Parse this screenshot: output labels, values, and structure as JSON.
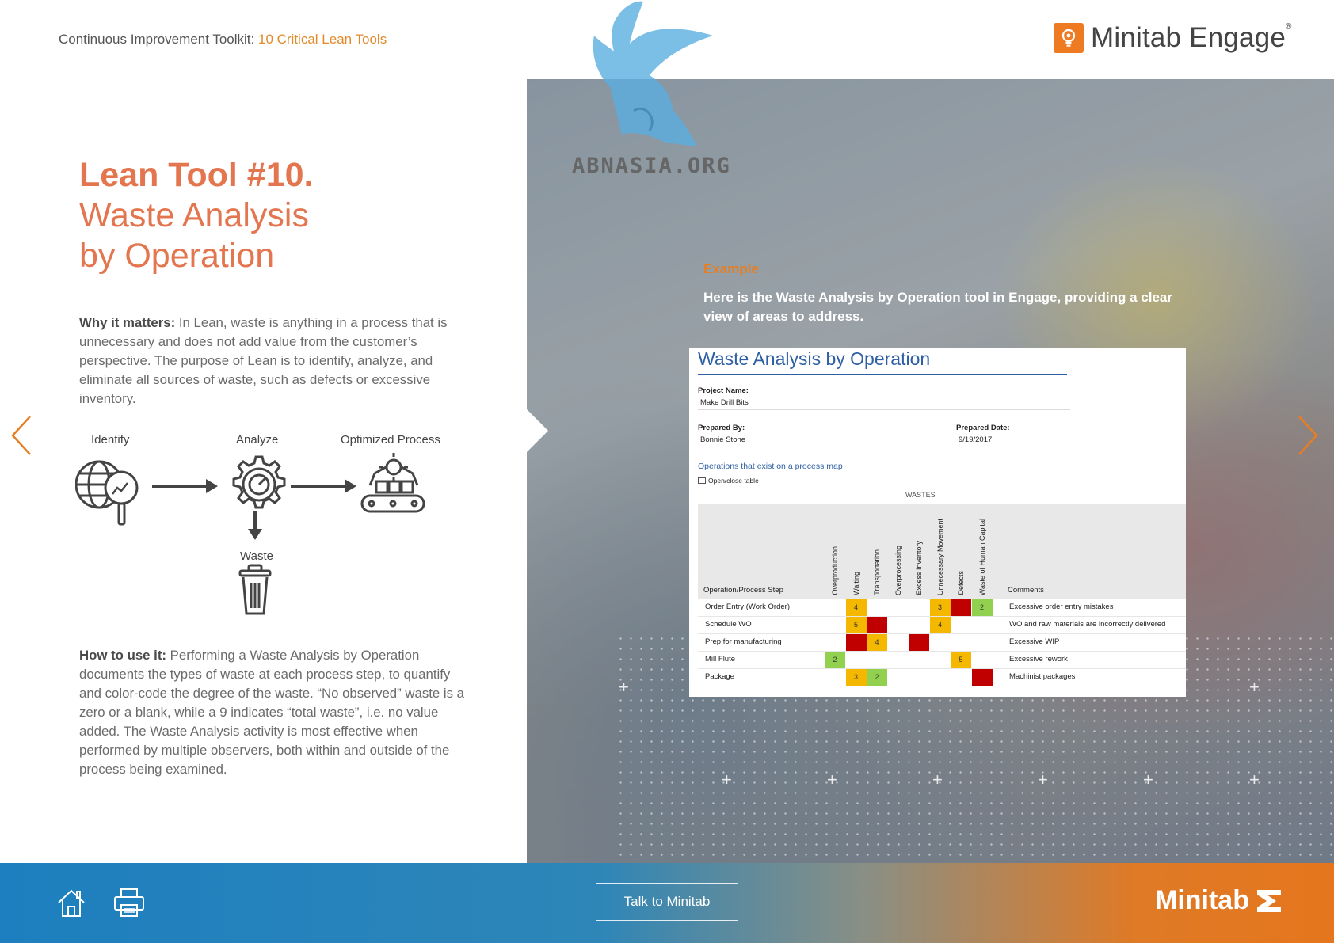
{
  "header": {
    "crumb_prefix": "Continuous Improvement Toolkit: ",
    "crumb_accent": "10 Critical Lean Tools",
    "logo_text": "Minitab Engage",
    "logo_mark": "®"
  },
  "left": {
    "title_line1": "Lean Tool #10.",
    "title_line2": "Waste Analysis",
    "title_line3": "by Operation",
    "why_label": "Why it matters:",
    "why_text": " In Lean, waste is anything in a process that is unnecessary and does not add value from the customer’s perspective. The purpose of Lean is to identify, analyze, and eliminate all sources of waste, such as defects or excessive inventory.",
    "flow": {
      "identify": "Identify",
      "analyze": "Analyze",
      "optimized": "Optimized Process",
      "waste": "Waste"
    },
    "how_label": "How to use it:",
    "how_text": " Performing a Waste Analysis by Operation documents the types of waste at each process step, to quantify and color-code the degree of the waste. “No observed” waste is a zero or a blank, while a 9 indicates “total waste”, i.e. no value added. The Waste Analysis activity is most effective when performed by multiple observers, both within and outside of the process being examined."
  },
  "watermark": "ABNASIA.ORG",
  "example": {
    "label": "Example",
    "text": "Here is the Waste Analysis by Operation tool in Engage, providing a clear view of areas to address."
  },
  "sheet": {
    "title": "Waste Analysis by Operation",
    "project_name_label": "Project Name:",
    "project_name": "Make Drill Bits",
    "prepared_by_label": "Prepared By:",
    "prepared_by": "Bonnie Stone",
    "prepared_date_label": "Prepared Date:",
    "prepared_date": "9/19/2017",
    "ops_link": "Operations that exist on a process map",
    "toggle": "Open/close table",
    "wastes_header": "WASTES",
    "op_header": "Operation/Process Step",
    "comments_header": "Comments",
    "columns": [
      "Overproduction",
      "Waiting",
      "Transportation",
      "Overprocessing",
      "Excess Inventory",
      "Unnecessary Movement",
      "Defects",
      "Waste of Human Capital"
    ],
    "rows": [
      {
        "op": "Order Entry (Work Order)",
        "comment": "Excessive order entry mistakes"
      },
      {
        "op": "Schedule WO",
        "comment": "WO and raw materials are incorrectly delivered"
      },
      {
        "op": "Prep for manufacturing",
        "comment": "Excessive WIP"
      },
      {
        "op": "Mill Flute",
        "comment": "Excessive rework"
      },
      {
        "op": "Package",
        "comment": "Machinist packages"
      }
    ],
    "cells": [
      {
        "r": 0,
        "c": 1,
        "v": "4",
        "color": "#f5b800"
      },
      {
        "r": 0,
        "c": 5,
        "v": "3",
        "color": "#f5b800"
      },
      {
        "r": 0,
        "c": 6,
        "v": "",
        "color": "#c00000"
      },
      {
        "r": 0,
        "c": 7,
        "v": "2",
        "color": "#92d050"
      },
      {
        "r": 1,
        "c": 1,
        "v": "5",
        "color": "#f5b800"
      },
      {
        "r": 1,
        "c": 2,
        "v": "",
        "color": "#c00000"
      },
      {
        "r": 1,
        "c": 5,
        "v": "4",
        "color": "#f5b800"
      },
      {
        "r": 2,
        "c": 1,
        "v": "",
        "color": "#c00000"
      },
      {
        "r": 2,
        "c": 2,
        "v": "4",
        "color": "#f5b800"
      },
      {
        "r": 2,
        "c": 4,
        "v": "",
        "color": "#c00000"
      },
      {
        "r": 3,
        "c": 0,
        "v": "2",
        "color": "#92d050"
      },
      {
        "r": 3,
        "c": 6,
        "v": "5",
        "color": "#f5b800"
      },
      {
        "r": 4,
        "c": 1,
        "v": "3",
        "color": "#f5b800"
      },
      {
        "r": 4,
        "c": 2,
        "v": "2",
        "color": "#92d050"
      },
      {
        "r": 4,
        "c": 7,
        "v": "",
        "color": "#c00000"
      }
    ]
  },
  "footer": {
    "talk_button": "Talk to Minitab",
    "logo_text": "Minitab"
  },
  "colors": {
    "accent_orange": "#e3754f",
    "brand_orange": "#ee7a22",
    "brand_blue": "#1d7fbf"
  },
  "icons": [
    "home-icon",
    "printer-icon",
    "previous-arrow-icon",
    "next-arrow-icon",
    "globe-magnifier-icon",
    "gear-gauge-icon",
    "conveyor-robot-icon",
    "trash-icon"
  ]
}
